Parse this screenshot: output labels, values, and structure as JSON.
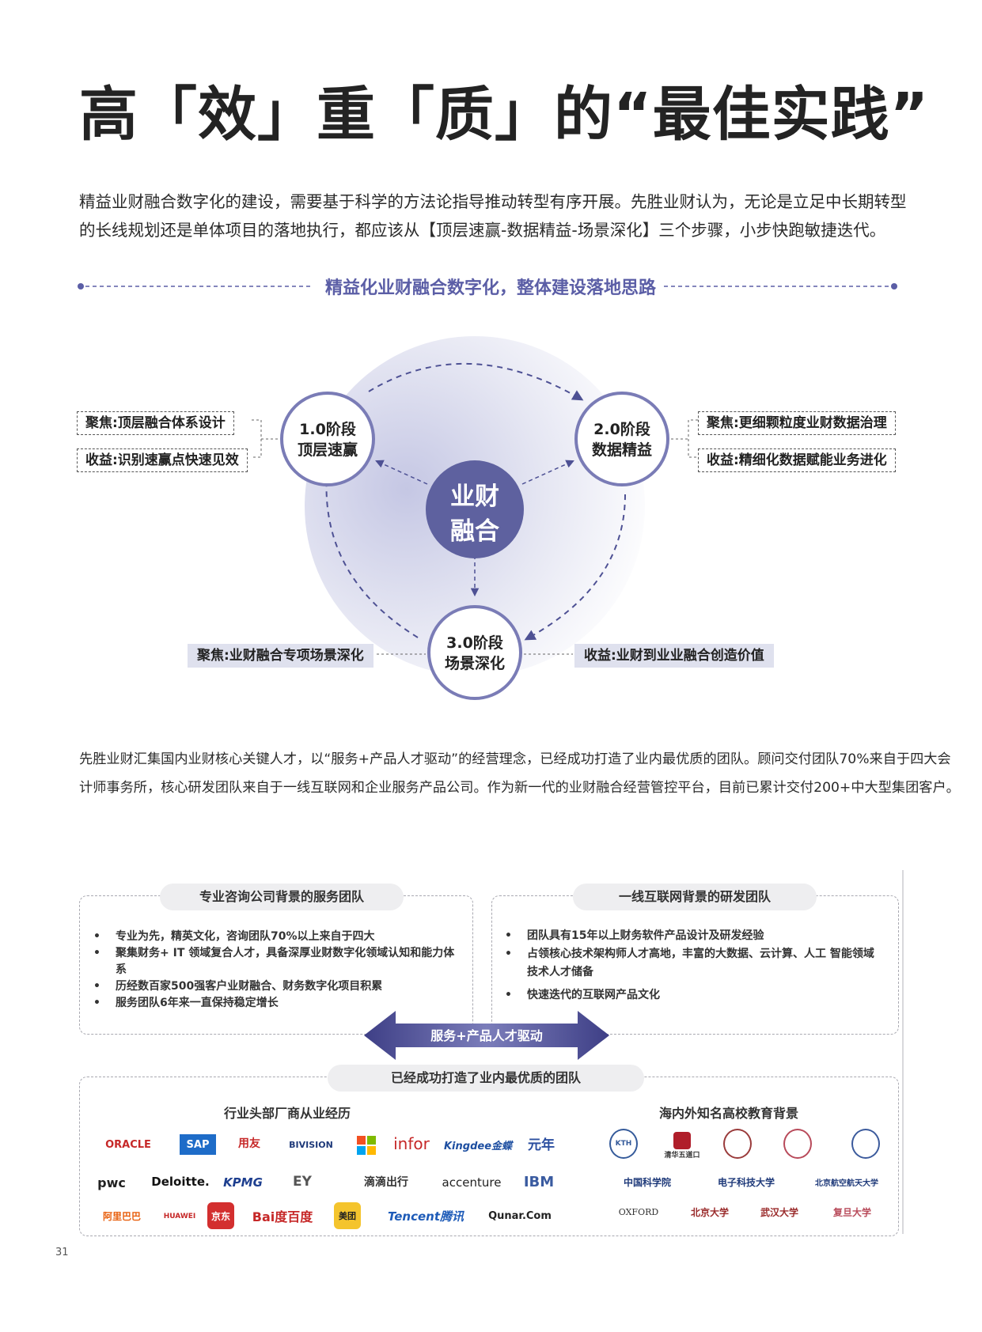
{
  "title": "高「效」重「质」的“最佳实践”",
  "intro": {
    "line1": "精益业财融合数字化的建设，需要基于科学的方法论指导推动转型有序开展。先胜业财认为，无论是立足中长期转型",
    "line2": "的长线规划还是单体项目的落地执行，都应该从【顶层速赢-数据精益-场景深化】三个步骤，小步快跑敏捷迭代。"
  },
  "section_heading": "精益化业财融合数字化，整体建设落地思路",
  "diagram": {
    "center": {
      "line1": "业财",
      "line2": "融合"
    },
    "stage1": {
      "line1": "1.0阶段",
      "line2": "顶层速赢",
      "focus": "聚焦:顶层融合体系设计",
      "gain": "收益:识别速赢点快速见效"
    },
    "stage2": {
      "line1": "2.0阶段",
      "line2": "数据精益",
      "focus": "聚焦:更细颗粒度业财数据治理",
      "gain": "收益:精细化数据赋能业务进化"
    },
    "stage3": {
      "line1": "3.0阶段",
      "line2": "场景深化",
      "focus": "聚焦:业财融合专项场景深化",
      "gain": "收益:业财到业业融合创造价值"
    }
  },
  "para": {
    "line1": "先胜业财汇集国内业财核心关键人才，以“服务+产品人才驱动”的经营理念，已经成功打造了业内最优质的团队。顾问交付团队70%来自于四大会",
    "line2": "计师事务所，核心研发团队来自于一线互联网和企业服务产品公司。作为新一代的业财融合经营管控平台，目前已累计交付200+中大型集团客户。"
  },
  "team": {
    "left_title": "专业咨询公司背景的服务团队",
    "left_bullets": [
      "专业为先，精英文化，咨询团队70%以上来自于四大",
      "聚集财务+ IT 领域复合人才，具备深厚业财数字化领域认知和能力体系",
      "历经数百家500强客户业财融合、财务数字化项目积累",
      "服务团队6年来一直保持稳定增长"
    ],
    "right_title": "一线互联网背景的研发团队",
    "right_bullets": [
      "团队具有15年以上财务软件产品设计及研发经验",
      "占领核心技术架构师人才高地，丰富的大数据、云计算、人工 智能领域技术人才储备",
      "快速迭代的互联网产品文化"
    ],
    "arrow_label": "服务+产品人才驱动",
    "bottom_title": "已经成功打造了业内最优质的团队",
    "industry_title": "行业头部厂商从业经历",
    "edu_title": "海内外知名高校教育背景",
    "industry_logos": [
      [
        "ORACLE",
        "SAP",
        "用友",
        "BIVISION",
        "Microsoft",
        "infor",
        "Kingdee金蝶",
        "元年"
      ],
      [
        "pwc",
        "Deloitte.",
        "KPMG",
        "EY",
        "滴滴出行",
        "accenture",
        "IBM"
      ],
      [
        "阿里巴巴",
        "HUAWEI",
        "京东",
        "Bai度百度",
        "美团",
        "Tencent腾讯",
        "Qunar.Com"
      ]
    ],
    "edu_logos": {
      "row1": [
        "KTH",
        "清华五道口",
        "",
        "",
        ""
      ],
      "row2": [
        "中国科学院",
        "电子科技大学",
        "北京航空航天大学"
      ],
      "row3": [
        "OXFORD",
        "北京大学",
        "武汉大学",
        "复旦大学"
      ]
    }
  },
  "page_number": "31",
  "colors": {
    "accent": "#5b5ea6",
    "center_fill": "#5e619f",
    "ring": "#7a7cb6"
  }
}
